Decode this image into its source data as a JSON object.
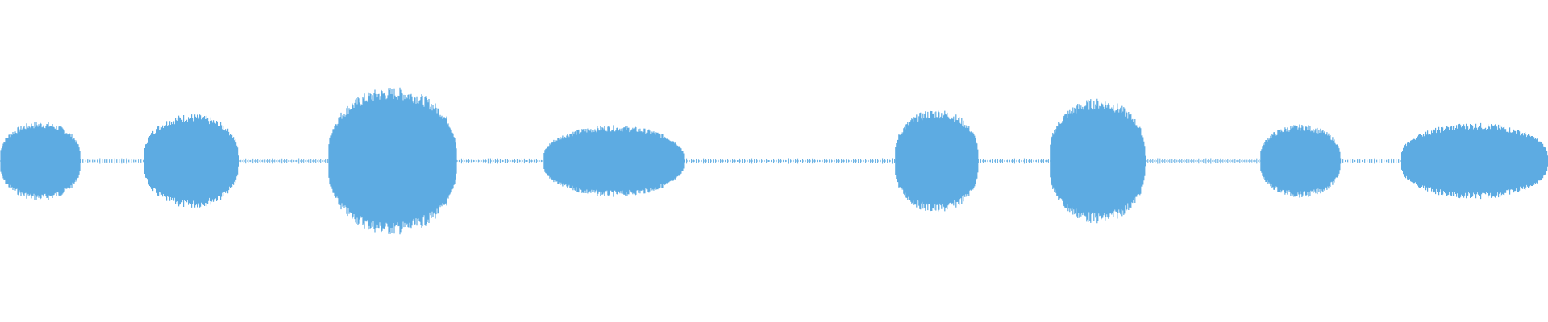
{
  "waveform": {
    "color": "#5dabe2",
    "background": "#ffffff",
    "segments": [
      {
        "start": 0.0,
        "end": 0.052,
        "peak": 0.52
      },
      {
        "start": 0.093,
        "end": 0.154,
        "peak": 0.62
      },
      {
        "start": 0.212,
        "end": 0.295,
        "peak": 0.97
      },
      {
        "start": 0.351,
        "end": 0.442,
        "peak": 0.47
      },
      {
        "start": 0.578,
        "end": 0.632,
        "peak": 0.68
      },
      {
        "start": 0.678,
        "end": 0.74,
        "peak": 0.82
      },
      {
        "start": 0.814,
        "end": 0.866,
        "peak": 0.48
      },
      {
        "start": 0.905,
        "end": 1.0,
        "peak": 0.5
      }
    ]
  }
}
